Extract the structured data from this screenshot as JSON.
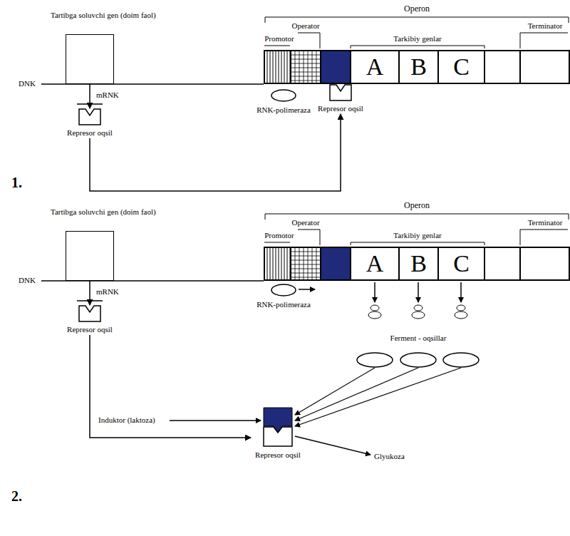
{
  "diagram": {
    "nodes": [
      {
        "text": [
          "Tartibga soluvchi gen (doim faol)"
        ]
      },
      {
        "text": [
          "Represor oqsil"
        ]
      },
      {
        "text": [
          "Operon"
        ]
      },
      {
        "text": [
          "A"
        ],
        "in": 2
      },
      {
        "text": [
          "B"
        ],
        "in": 2
      },
      {
        "text": [
          "C"
        ],
        "in": 2
      },
      {
        "text": [
          "RNK-polimeraza"
        ]
      },
      {
        "text": [
          "Represor oqsil"
        ]
      },
      {
        "text": [
          "Tartibga soluvchi gen (doim faol)"
        ]
      },
      {
        "text": [
          "Represor oqsil"
        ]
      },
      {
        "text": [
          "Operon"
        ]
      },
      {
        "text": [
          "A"
        ],
        "in": 10
      },
      {
        "text": [
          "B"
        ],
        "in": 10
      },
      {
        "text": [
          "C"
        ],
        "in": 10
      },
      {
        "text": [
          "RNK-polimeraza"
        ]
      },
      {
        "text": [
          "Represor oqsil"
        ]
      }
    ],
    "edges": [
      {
        "from": 0,
        "to": 1,
        "arrow": "to",
        "label": "mRNK"
      },
      {
        "from": 1,
        "to": 7,
        "arrow": "to"
      },
      {
        "from": 8,
        "to": 9,
        "arrow": "to",
        "label": "mRNK"
      },
      {
        "from": 9,
        "to": 15,
        "arrow": "to"
      }
    ],
    "labels": [
      "1.",
      "DNK",
      "Operator",
      "Promotor",
      "Tarkibiy genlar",
      "Terminator",
      "2.",
      "DNK",
      "Operator",
      "Promotor",
      "Tarkibiy genlar",
      "Terminator",
      "Ferment - oqsillar",
      "Induktor (laktoza)",
      "Glyukoza"
    ]
  }
}
